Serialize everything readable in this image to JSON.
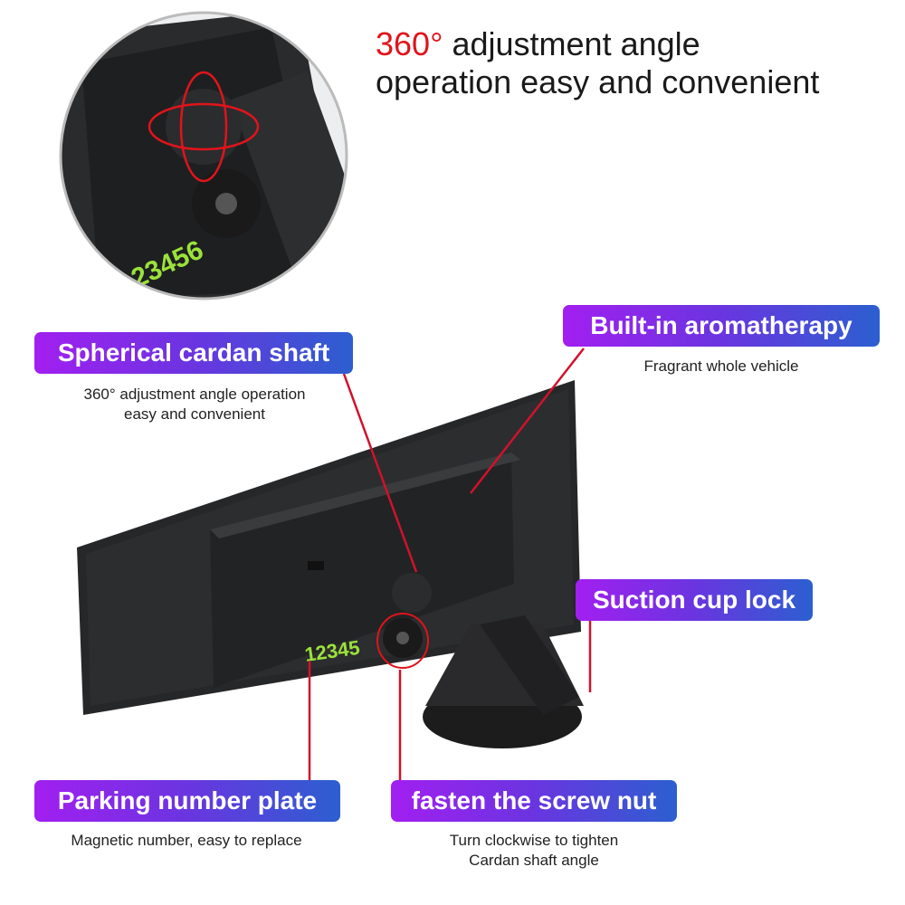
{
  "headline": {
    "accent": "360°",
    "line1_rest": " adjustment angle",
    "line2": "operation easy and convenient"
  },
  "inset_plate_digits": "23456",
  "plate_digits": "12345",
  "callouts": {
    "cardan": {
      "label": "Spherical cardan shaft",
      "sub1": "360° adjustment angle operation",
      "sub2": "easy and convenient"
    },
    "aroma": {
      "label": "Built-in aromatherapy",
      "sub1": "Fragrant whole vehicle"
    },
    "suction": {
      "label": "Suction cup lock"
    },
    "plate": {
      "label": "Parking number plate",
      "sub1": "Magnetic number, easy to replace"
    },
    "nut": {
      "label": "fasten the screw nut",
      "sub1": "Turn clockwise to tighten",
      "sub2": "Cardan shaft angle"
    }
  },
  "colors": {
    "accent_red": "#e0141b",
    "gradient_start": "#a21ff0",
    "gradient_end": "#2c5fd0",
    "plate_green": "#9be23a",
    "leader_line": "#d0122c"
  }
}
